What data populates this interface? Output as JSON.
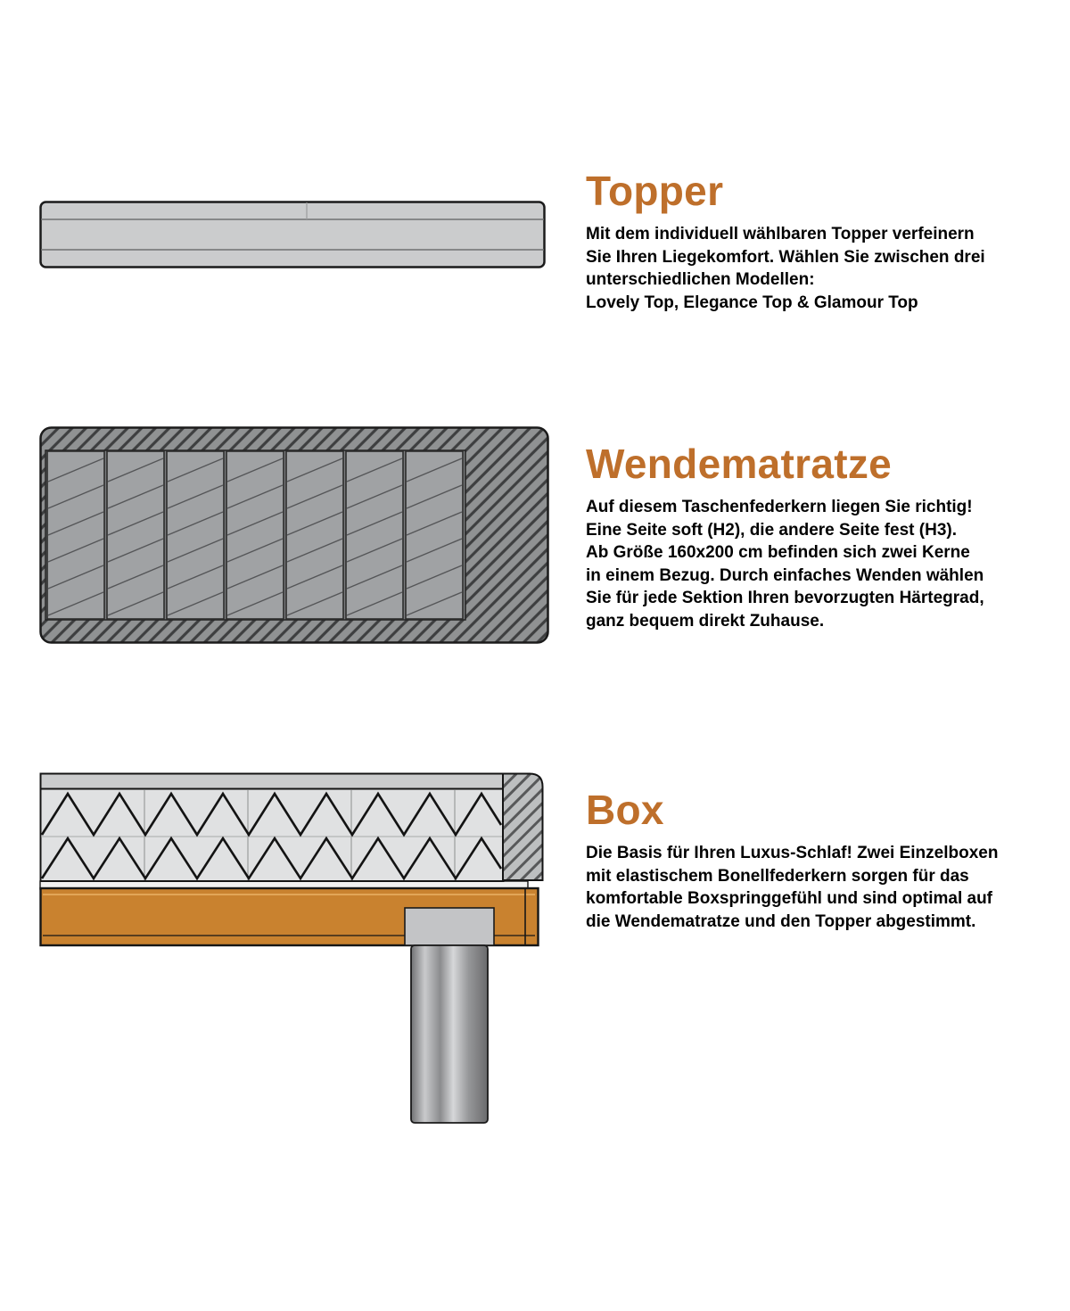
{
  "colors": {
    "heading": "#BE6F2B",
    "body_text": "#000000",
    "wood": "#C9822F",
    "topper_fill": "#CBCCCD",
    "spring_fill": "#A0A2A4",
    "cavity_fill": "#7C7E80"
  },
  "sections": {
    "topper": {
      "heading": "Topper",
      "body": "Mit dem individuell wählbaren Topper verfeinern\nSie Ihren Liegekomfort. Wählen Sie zwischen drei\nunterschiedlichen Modellen:\nLovely Top, Elegance Top & Glamour Top"
    },
    "wendematratze": {
      "heading": "Wendematratze",
      "body": "Auf diesem Taschenfederkern liegen Sie richtig!\nEine Seite soft (H2), die andere Seite fest (H3).\nAb Größe 160x200 cm befinden sich zwei Kerne\nin einem Bezug. Durch einfaches Wenden wählen\nSie für jede Sektion Ihren bevorzugten Härtegrad,\nganz bequem direkt Zuhause."
    },
    "box": {
      "heading": "Box",
      "body": "Die Basis für Ihren Luxus-Schlaf! Zwei Einzelboxen\nmit elastischem Bonellfederkern sorgen für das\nkomfortable Boxspringgefühl und sind optimal auf\ndie Wendematratze und den Topper abgestimmt."
    }
  },
  "illustrations": {
    "topper": {
      "name": "topper-cross-section-diagram",
      "layers": 3
    },
    "wendematratze": {
      "name": "pocket-spring-mattress-cross-section-diagram",
      "visible_springs": 7
    },
    "box": {
      "name": "bonell-spring-box-cross-section-with-leg-diagram",
      "legs_visible": 1
    }
  }
}
